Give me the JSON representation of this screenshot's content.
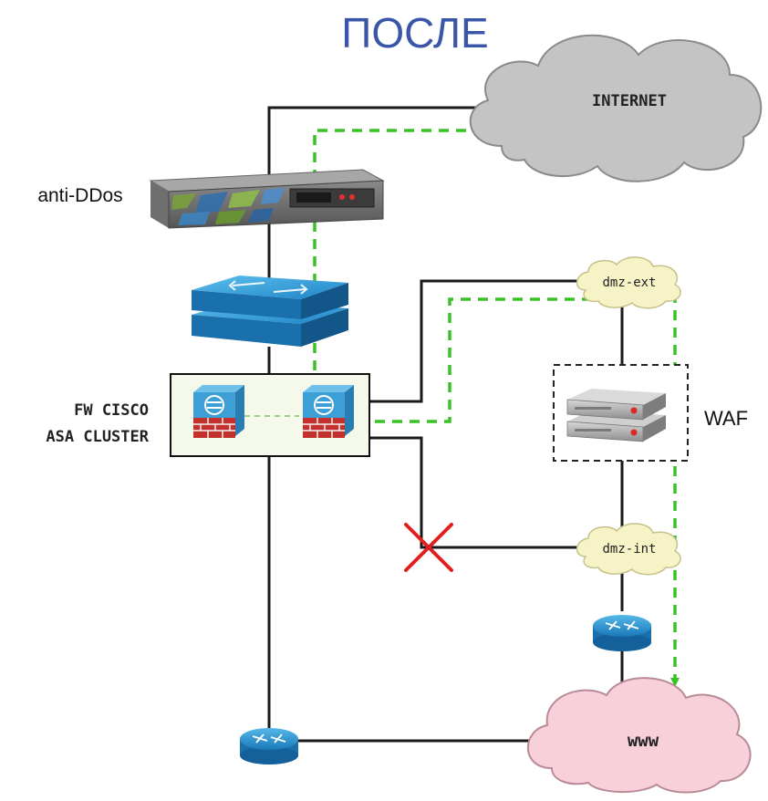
{
  "title": "ПОСЛЕ",
  "labels": {
    "internet": "INTERNET",
    "anti_ddos": "anti-DDos",
    "fw_line1": "FW CISCO",
    "fw_line2": "ASA CLUSTER",
    "dmz_ext": "dmz-ext",
    "waf": "WAF",
    "dmz_int": "dmz-int",
    "www": "www"
  },
  "colors": {
    "title": "#3a56a8",
    "traffic_path": "#39c226",
    "cisco_blue": "#1b83c4",
    "internet_cloud": "#c4c4c4",
    "www_cloud": "#f7d0da",
    "dmz_cloud": "#f6f3c7",
    "fw_box": "#f4f9ec",
    "blocked": "#e02020"
  },
  "icons": [
    "cloud-icon",
    "anti-ddos-appliance-icon",
    "switch-stack-icon",
    "asa-firewall-icon",
    "waf-server-icon",
    "router-icon",
    "blocked-x-icon"
  ]
}
